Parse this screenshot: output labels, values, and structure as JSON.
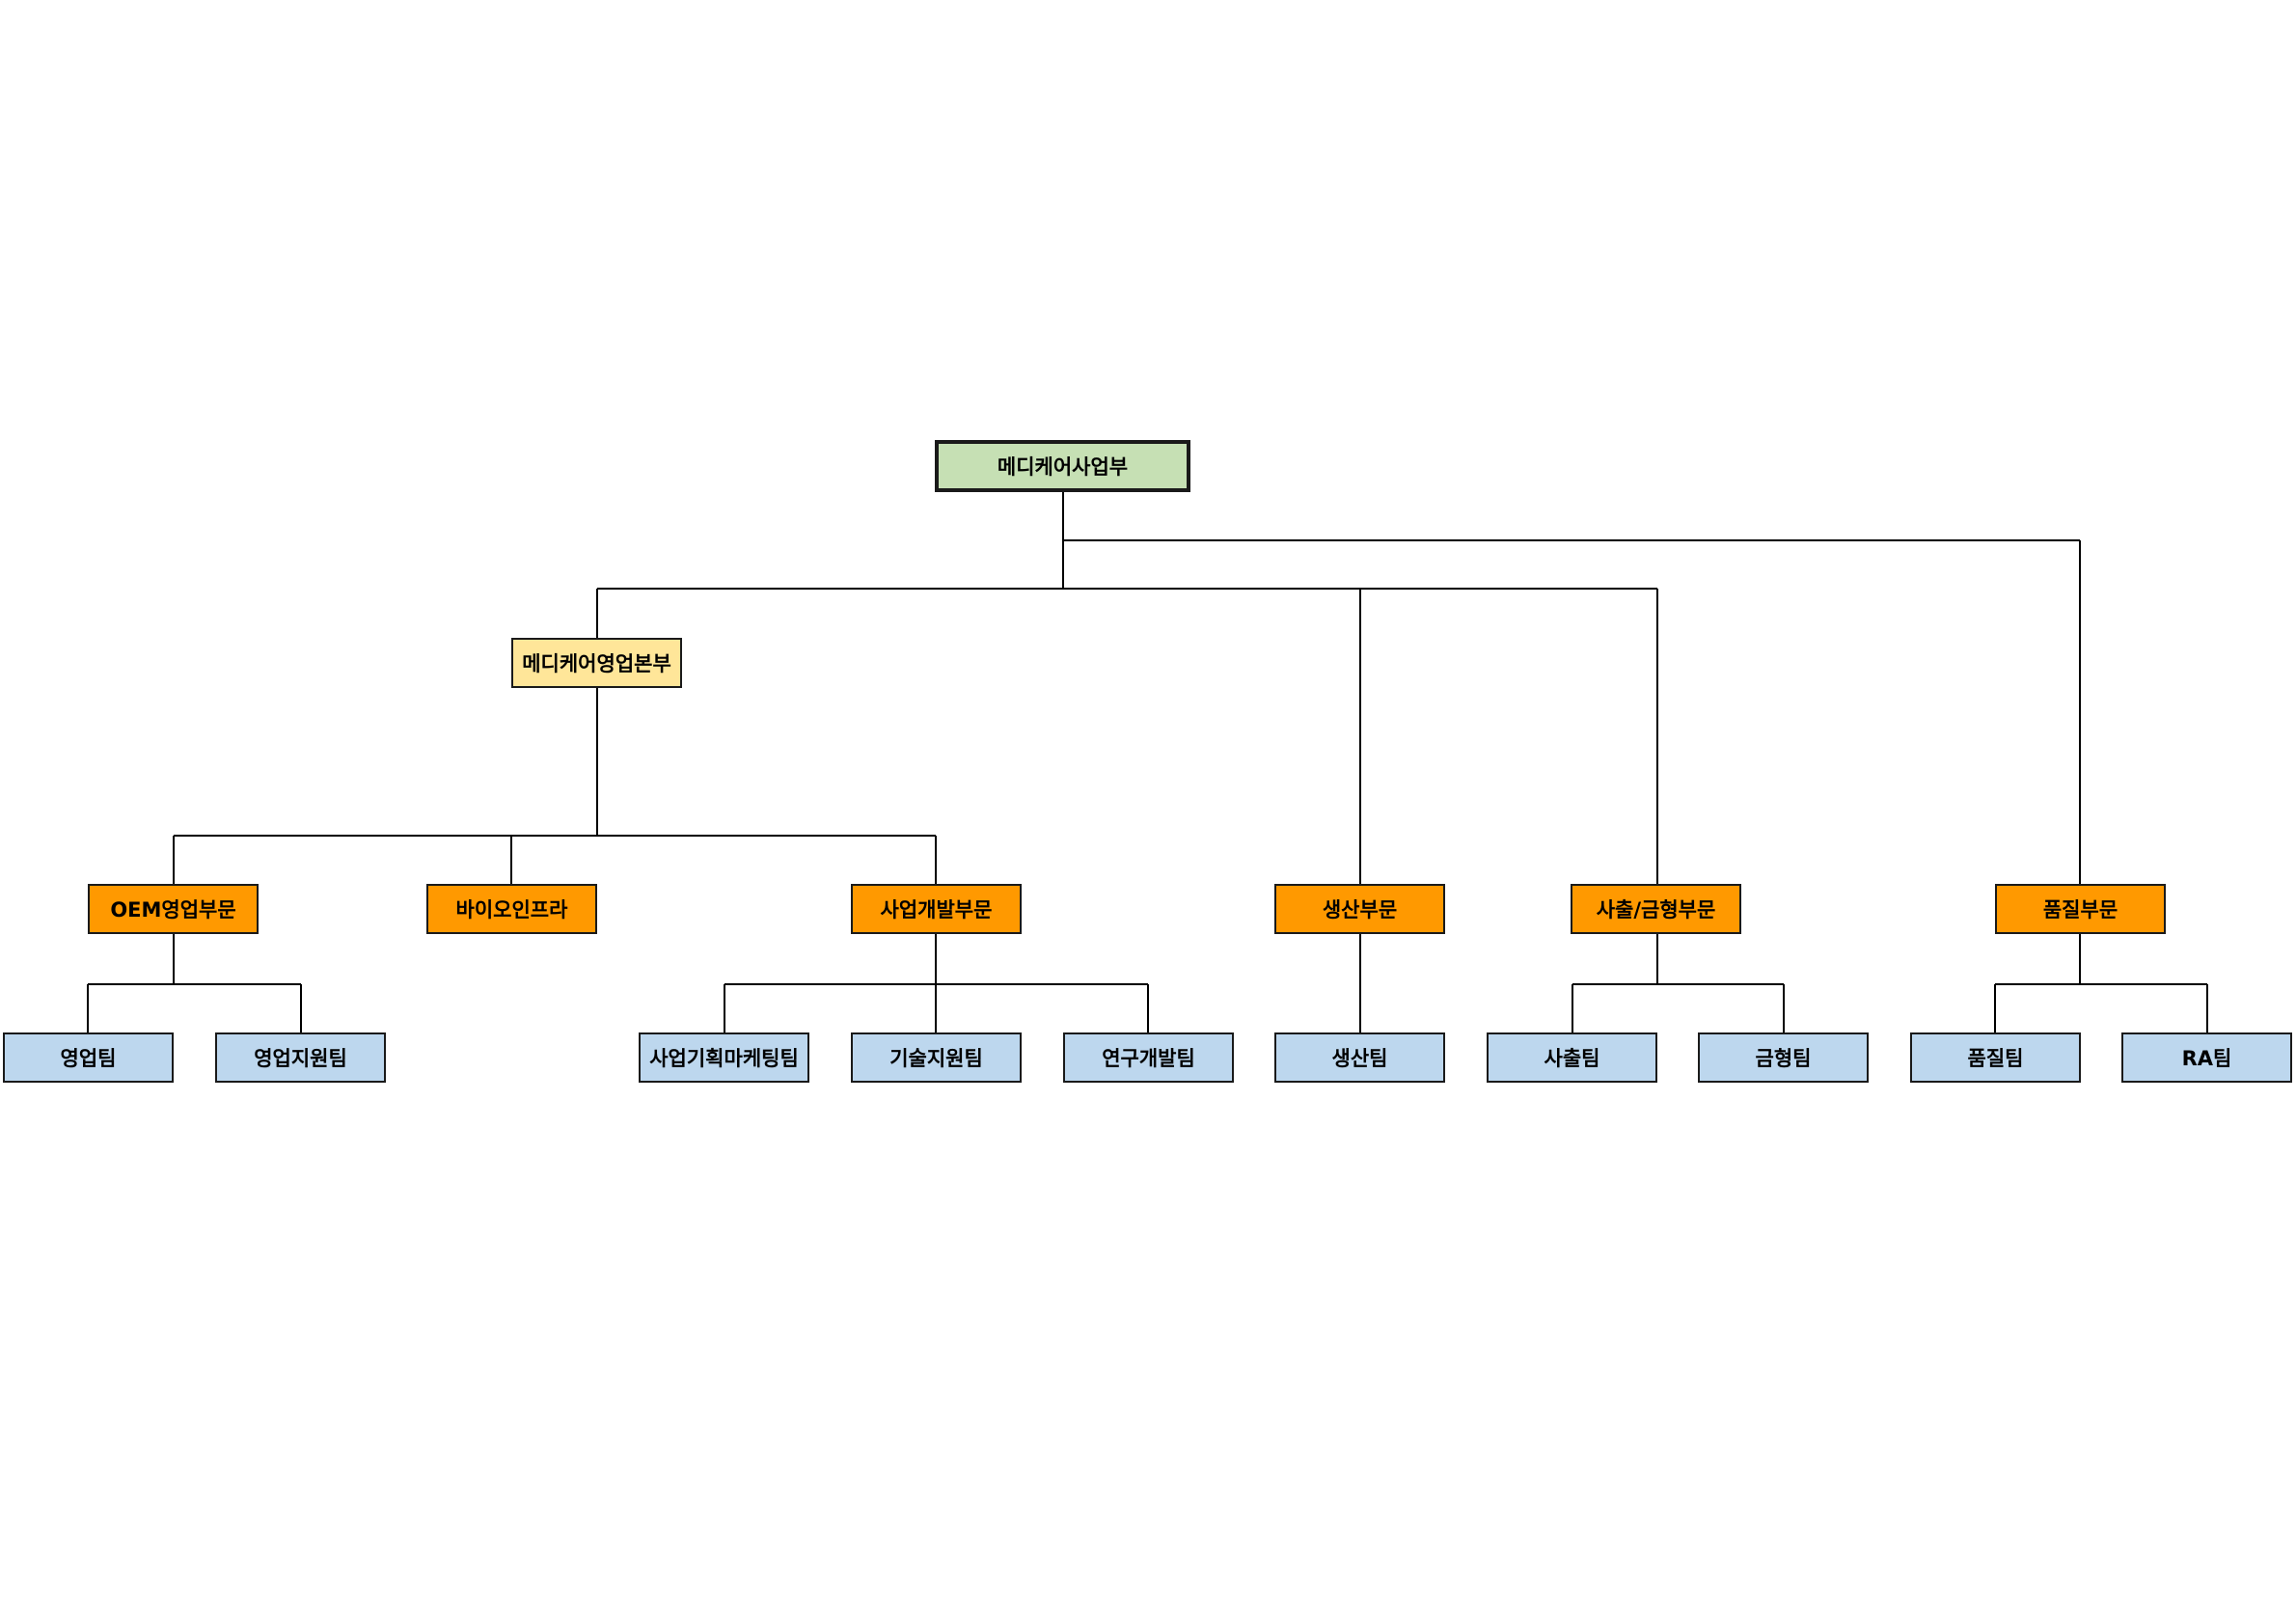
{
  "colors": {
    "root": "#c6e0b4",
    "hq": "#ffe699",
    "division": "#ff9900",
    "team": "#bdd7ee",
    "line": "#000000"
  },
  "org": {
    "root": {
      "label": "메디케어사업부"
    },
    "hq": {
      "label": "메디케어영업본부"
    },
    "divisions": [
      {
        "label": "OEM영업부문"
      },
      {
        "label": "바이오인프라"
      },
      {
        "label": "사업개발부문"
      },
      {
        "label": "생산부문"
      },
      {
        "label": "사출/금형부문"
      },
      {
        "label": "품질부문"
      }
    ],
    "teams": [
      {
        "label": "영업팀"
      },
      {
        "label": "영업지원팀"
      },
      {
        "label": "사업기획마케팅팀"
      },
      {
        "label": "기술지원팀"
      },
      {
        "label": "연구개발팀"
      },
      {
        "label": "생산팀"
      },
      {
        "label": "사출팀"
      },
      {
        "label": "금형팀"
      },
      {
        "label": "품질팀"
      },
      {
        "label": "RA팀"
      }
    ]
  }
}
